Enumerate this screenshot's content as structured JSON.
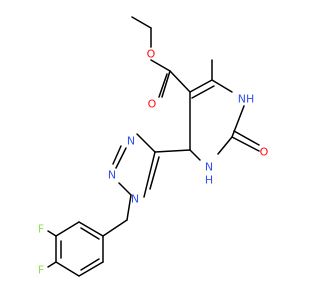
{
  "colors": {
    "background": "#ffffff",
    "bond": "#000000",
    "oxygen": "#ff0d0d",
    "nitrogen": "#3050f8",
    "fluorine": "#90e050"
  },
  "labels": {
    "ester_o1": "O",
    "ester_o2": "O",
    "carbonyl_o": "O",
    "nh_top": "NH",
    "nh_bottom_h": "H",
    "nh_bottom_n": "N",
    "triazole_n1": "N",
    "triazole_n2": "N",
    "triazole_n3": "N",
    "fluoro_top": "F",
    "fluoro_bottom": "F"
  }
}
